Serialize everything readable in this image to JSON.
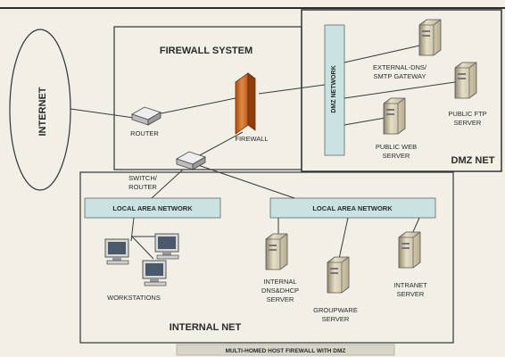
{
  "diagram": {
    "zones": {
      "internet": "INTERNET",
      "firewall_system": "FIREWALL SYSTEM",
      "dmz_net": "DMZ NET",
      "internal_net": "INTERNAL NET"
    },
    "labels": {
      "router": "ROUTER",
      "firewall": "FIREWALL",
      "switch_router_line1": "SWITCH/",
      "switch_router_line2": "ROUTER",
      "dmz_network": "DMZ NETWORK",
      "ext_dns_line1": "EXTERNAL-DNS/",
      "ext_dns_line2": "SMTP GATEWAY",
      "ftp_line1": "PUBLIC FTP",
      "ftp_line2": "SERVER",
      "web_line1": "PUBLIC WEB",
      "web_line2": "SERVER",
      "lan_left": "LOCAL AREA NETWORK",
      "lan_right": "LOCAL AREA NETWORK",
      "workstations": "WORKSTATIONS",
      "dnsdhcp_line1": "INTERNAL",
      "dnsdhcp_line2": "DNS&DHCP",
      "dnsdhcp_line3": "SERVER",
      "groupware_line1": "GROUPWARE",
      "groupware_line2": "SERVER",
      "intranet_line1": "INTRANET",
      "intranet_line2": "SERVER"
    },
    "caption": "MULTI-HOMED HOST FIREWALL WITH DMZ",
    "colors": {
      "background": "#f1efe6",
      "line": "#3a3a3a",
      "bus_fill": "#c9e3e3",
      "firewall": "#d9762e",
      "server": "#d8cfb0"
    }
  }
}
